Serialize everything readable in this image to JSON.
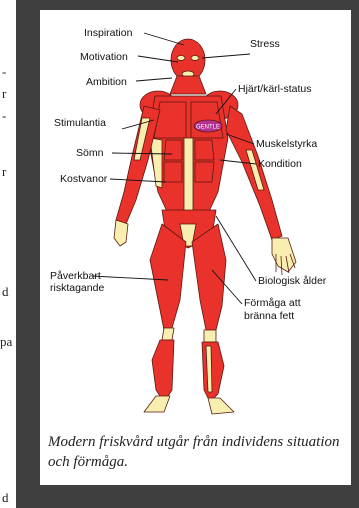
{
  "side_text": {
    "fragments": [
      "-",
      "r",
      "-",
      "r",
      "d",
      "pa",
      "d"
    ]
  },
  "figure": {
    "labels": {
      "inspiration": "Inspiration",
      "stress": "Stress",
      "motivation": "Motivation",
      "ambition": "Ambition",
      "hjart": "Hjärt/kärl-status",
      "stimulantia": "Stimulantia",
      "muskelstyrka": "Muskelstyrka",
      "somn": "Sömn",
      "kondition": "Kondition",
      "kostvanor": "Kostvanor",
      "biologisk": "Biologisk ålder",
      "paverkbart_1": "Påverkbart",
      "paverkbart_2": "risktagande",
      "formaga_1": "Förmåga att",
      "formaga_2": "bränna fett"
    },
    "badge": "GENTLE",
    "colors": {
      "muscle": "#e8322b",
      "skin": "#f7eeb0",
      "outline": "#5a1a10"
    }
  },
  "caption": "Modern friskvård utgår från individens situation och förmåga."
}
